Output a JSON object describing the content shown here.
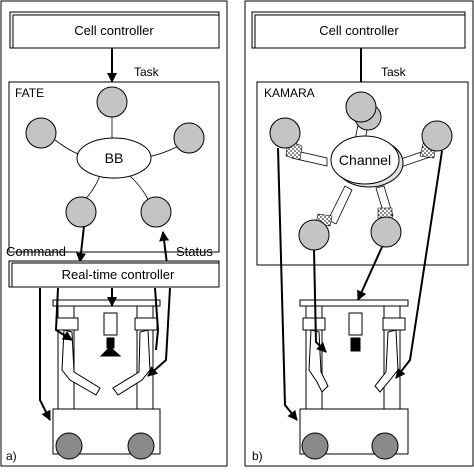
{
  "panel_a": {
    "cell_controller": "Cell controller",
    "task": "Task",
    "system_name": "FATE",
    "hub": "BB",
    "command": "Command",
    "status": "Status",
    "realtime": "Real-time controller",
    "label": "a)"
  },
  "panel_b": {
    "cell_controller": "Cell controller",
    "task": "Task",
    "system_name": "KAMARA",
    "hub": "Channel",
    "label": "b)"
  },
  "colors": {
    "agent_fill": "#c4c4c4",
    "wheel_fill": "#8a8a8a",
    "box_fill": "#f2f2f2",
    "stroke": "#000000"
  }
}
